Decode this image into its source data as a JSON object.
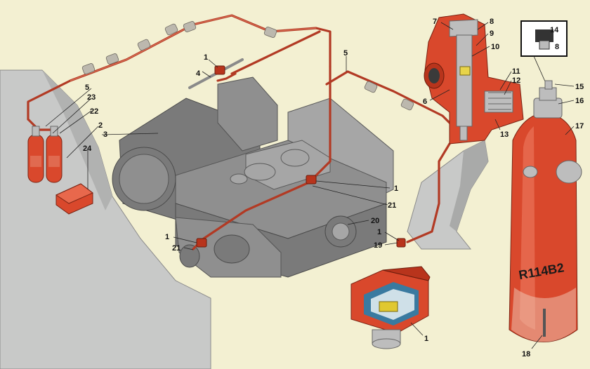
{
  "bottle_marking": "R114B2",
  "callouts": {
    "c1a": "1",
    "c1b": "1",
    "c1c": "1",
    "c1d": "1",
    "c1e": "1",
    "c2": "2",
    "c3": "3",
    "c4": "4",
    "c5a": "5",
    "c5b": "5",
    "c6": "6",
    "c7": "7",
    "c8a": "8",
    "c8b": "8",
    "c9": "9",
    "c10": "10",
    "c11": "11",
    "c12": "12",
    "c13": "13",
    "c14": "14",
    "c15": "15",
    "c16": "16",
    "c17": "17",
    "c18": "18",
    "c19": "19",
    "c20": "20",
    "c21a": "21",
    "c21b": "21",
    "c22": "22",
    "c23": "23",
    "c24": "24"
  },
  "colors": {
    "background": "#f3f0d2",
    "pipe": "#b23a24",
    "extinguisher": "#d9482c",
    "engine": "#8f8f8f",
    "hull": "#c8c9c8"
  }
}
